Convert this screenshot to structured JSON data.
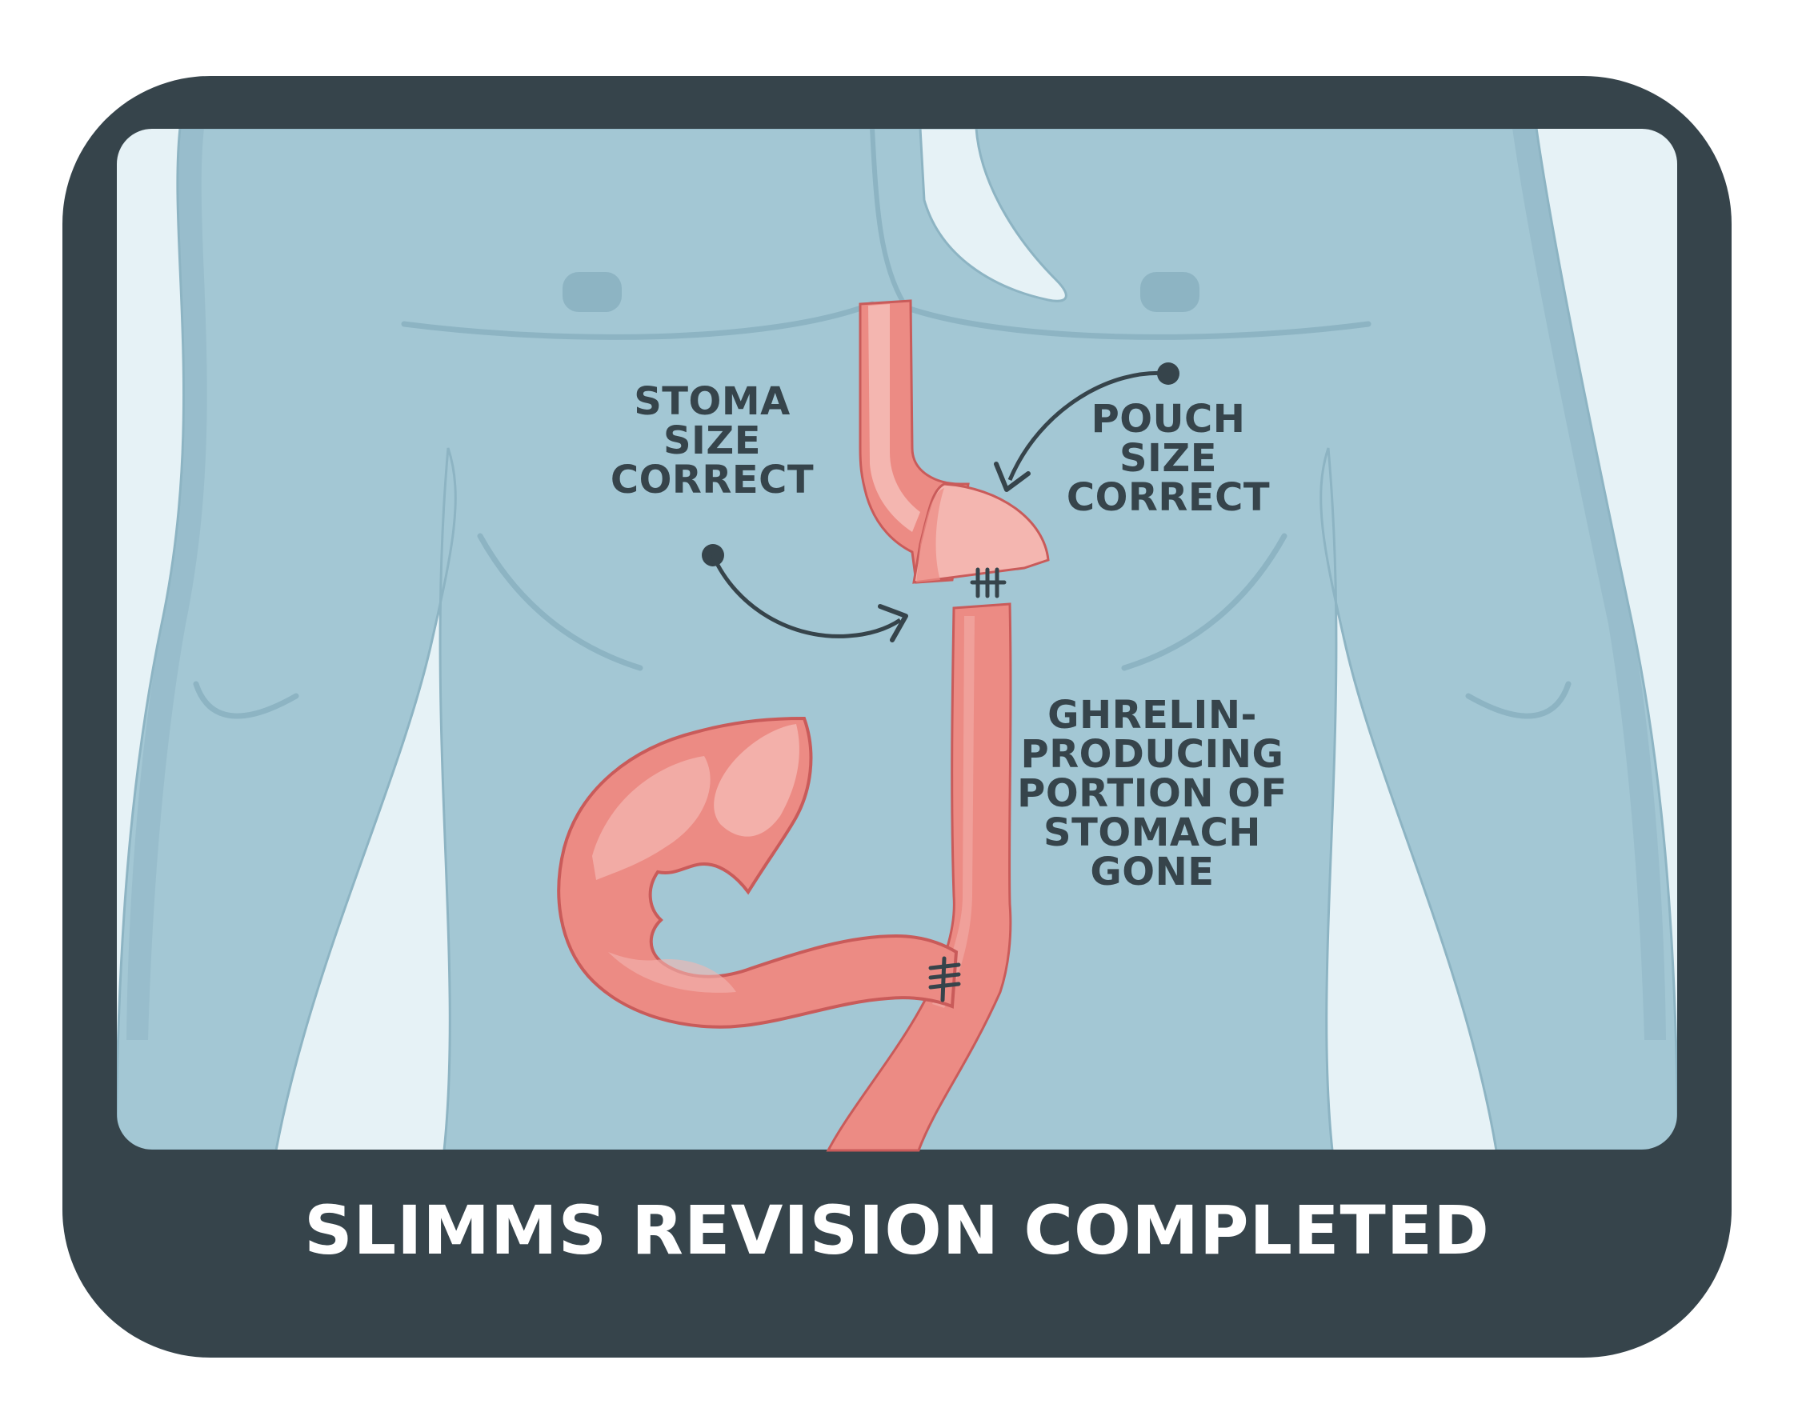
{
  "labels": {
    "stoma": [
      "STOMA",
      "SIZE",
      "CORRECT"
    ],
    "pouch": [
      "POUCH",
      "SIZE",
      "CORRECT"
    ],
    "ghrelin": [
      "GHRELIN-",
      "PRODUCING",
      "PORTION OF",
      "STOMACH",
      "GONE"
    ]
  },
  "caption": "SLIMMS REVISION COMPLETED",
  "colors": {
    "frame": "#36444b",
    "background": "#e6f2f6",
    "body": "#a3c7d4",
    "body_shadow": "#8db4c3",
    "tissue": "#ec8b84",
    "tissue_light": "#f4b6b0",
    "tissue_outline": "#c95b5a",
    "text": "#36444b",
    "caption_text": "#ffffff"
  }
}
